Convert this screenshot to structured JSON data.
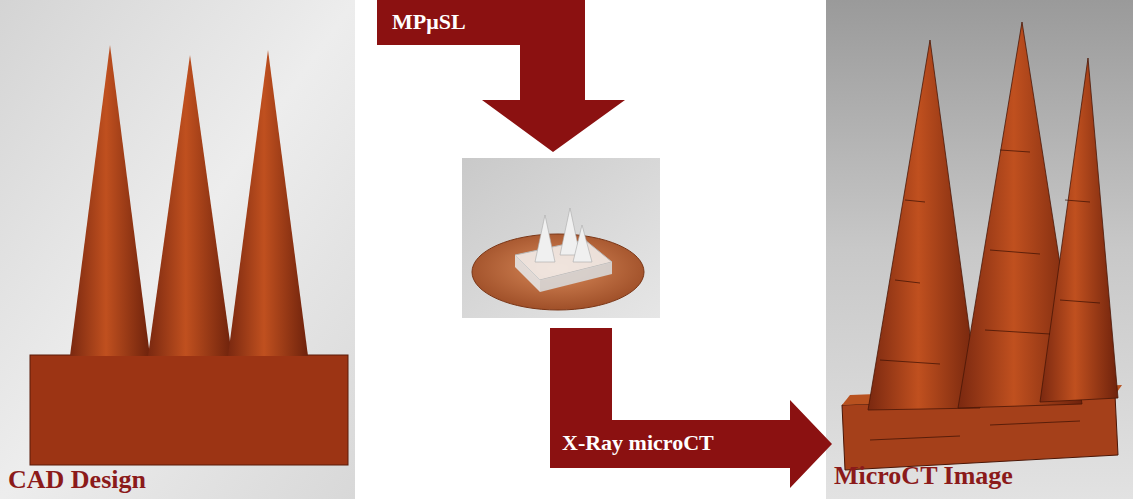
{
  "diagram": {
    "nodes": [
      {
        "text": [
          "CAD Design"
        ]
      },
      {
        "text": [
          "MicroCT Image"
        ]
      }
    ],
    "labels": [
      "MPμSL",
      "X-Ray microCT"
    ]
  }
}
